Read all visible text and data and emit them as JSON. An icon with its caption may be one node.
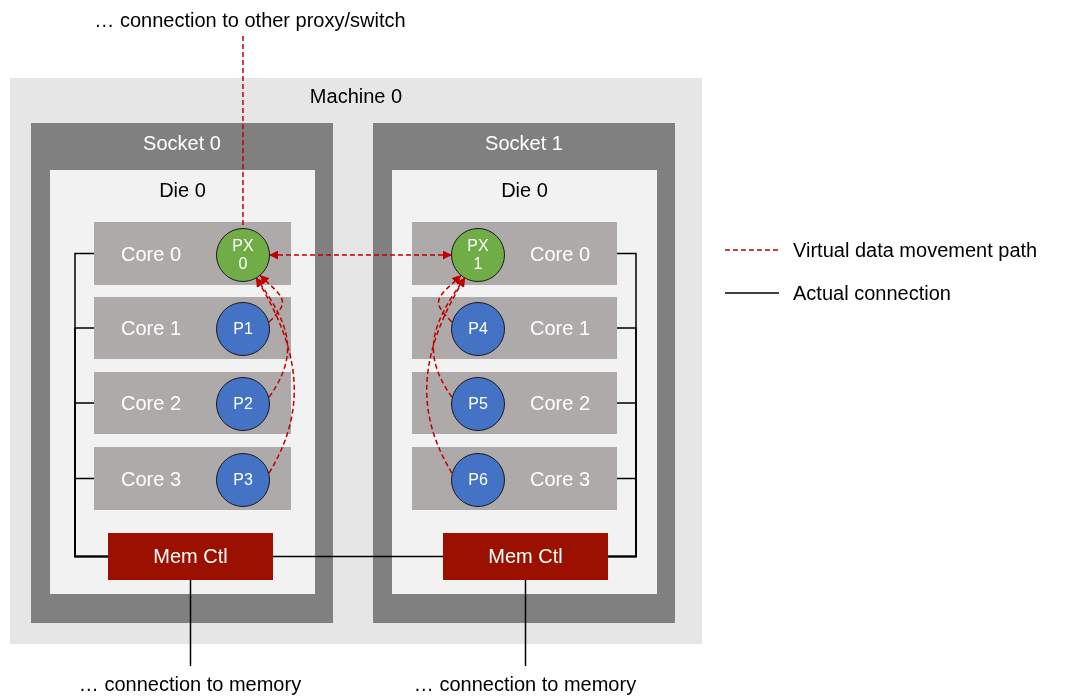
{
  "diagram": {
    "nodes": [
      {
        "text": [
          "… connection to other proxy/switch"
        ]
      },
      {
        "text": [
          "Machine 0"
        ]
      },
      {
        "text": [
          "Socket 0"
        ],
        "in": 1
      },
      {
        "text": [
          "Die 0"
        ],
        "in": 2
      },
      {
        "text": [
          "Core 0"
        ],
        "in": 3
      },
      {
        "text": [
          "PX 0"
        ],
        "in": 4
      },
      {
        "text": [
          "Core 1"
        ],
        "in": 3
      },
      {
        "text": [
          "P1"
        ],
        "in": 6
      },
      {
        "text": [
          "Core 2"
        ],
        "in": 3
      },
      {
        "text": [
          "P2"
        ],
        "in": 8
      },
      {
        "text": [
          "Core 3"
        ],
        "in": 3
      },
      {
        "text": [
          "P3"
        ],
        "in": 10
      },
      {
        "text": [
          "Mem Ctl"
        ],
        "in": 3
      },
      {
        "text": [
          "Socket 1"
        ],
        "in": 1
      },
      {
        "text": [
          "Die 0"
        ],
        "in": 13
      },
      {
        "text": [
          "Core 0"
        ],
        "in": 14
      },
      {
        "text": [
          "PX 1"
        ],
        "in": 15
      },
      {
        "text": [
          "Core 1"
        ],
        "in": 14
      },
      {
        "text": [
          "P4"
        ],
        "in": 17
      },
      {
        "text": [
          "Core 2"
        ],
        "in": 14
      },
      {
        "text": [
          "P5"
        ],
        "in": 19
      },
      {
        "text": [
          "Core 3"
        ],
        "in": 14
      },
      {
        "text": [
          "P6"
        ],
        "in": 21
      },
      {
        "text": [
          "Mem Ctl"
        ],
        "in": 14
      },
      {
        "text": [
          "… connection to memory"
        ]
      },
      {
        "text": [
          "… connection to memory"
        ]
      }
    ],
    "edges": [
      {
        "from": 0,
        "to": 5,
        "arrow": "none",
        "style": "dashed",
        "color": "#c00000"
      },
      {
        "from": 5,
        "to": 16,
        "arrow": "both",
        "style": "dashed",
        "color": "#c00000"
      },
      {
        "from": 7,
        "to": 5,
        "arrow": "to",
        "style": "dashed",
        "color": "#c00000"
      },
      {
        "from": 9,
        "to": 5,
        "arrow": "to",
        "style": "dashed",
        "color": "#c00000"
      },
      {
        "from": 11,
        "to": 5,
        "arrow": "to",
        "style": "dashed",
        "color": "#c00000"
      },
      {
        "from": 18,
        "to": 16,
        "arrow": "to",
        "style": "dashed",
        "color": "#c00000"
      },
      {
        "from": 20,
        "to": 16,
        "arrow": "to",
        "style": "dashed",
        "color": "#c00000"
      },
      {
        "from": 22,
        "to": 16,
        "arrow": "to",
        "style": "dashed",
        "color": "#c00000"
      },
      {
        "from": 4,
        "to": 12,
        "arrow": "none"
      },
      {
        "from": 6,
        "to": 12,
        "arrow": "none"
      },
      {
        "from": 8,
        "to": 12,
        "arrow": "none"
      },
      {
        "from": 10,
        "to": 12,
        "arrow": "none"
      },
      {
        "from": 15,
        "to": 23,
        "arrow": "none"
      },
      {
        "from": 17,
        "to": 23,
        "arrow": "none"
      },
      {
        "from": 19,
        "to": 23,
        "arrow": "none"
      },
      {
        "from": 21,
        "to": 23,
        "arrow": "none"
      },
      {
        "from": 12,
        "to": 23,
        "arrow": "none"
      },
      {
        "from": 12,
        "to": 24,
        "arrow": "none"
      },
      {
        "from": 23,
        "to": 25,
        "arrow": "none"
      }
    ],
    "legend": [
      {
        "text": "Virtual data movement path"
      },
      {
        "text": "Actual connection"
      }
    ]
  }
}
